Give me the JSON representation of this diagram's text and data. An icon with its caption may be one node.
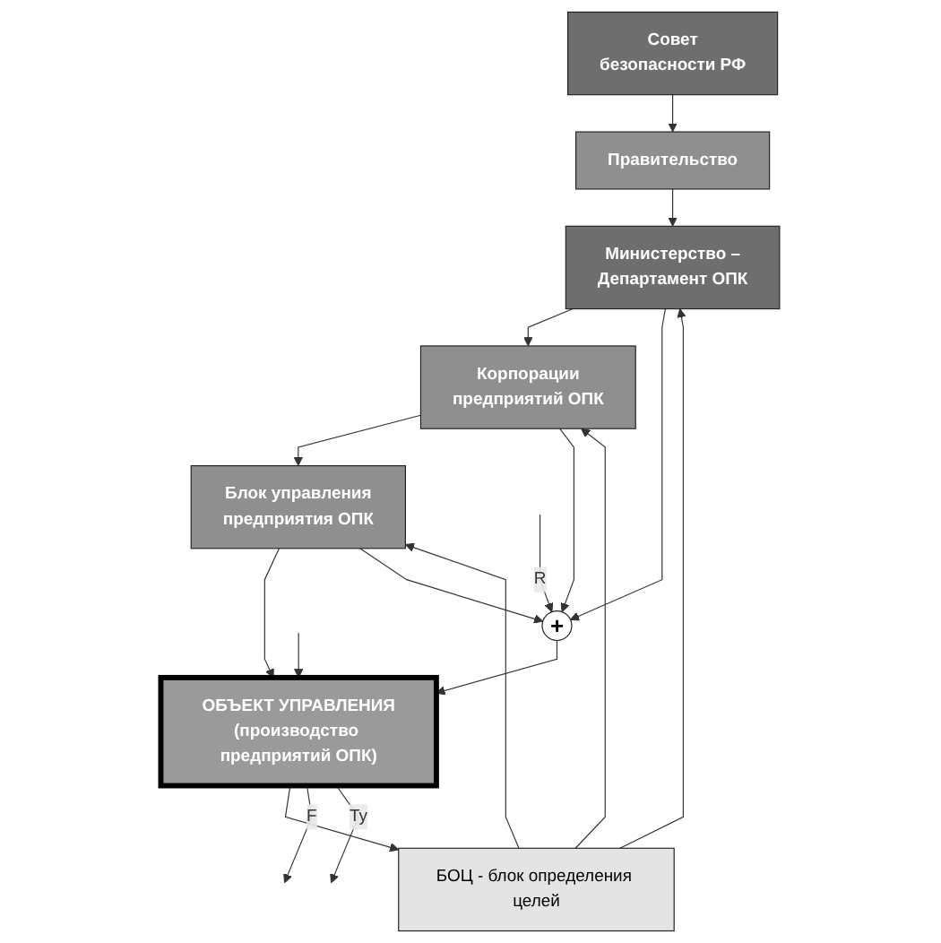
{
  "diagram": {
    "nodes": [
      {
        "text": [
          "Совет",
          "безопасности РФ"
        ]
      },
      {
        "text": [
          "Правительство"
        ]
      },
      {
        "text": [
          "Министерство –",
          "Департамент ОПК"
        ]
      },
      {
        "text": [
          "Корпорации",
          "предприятий ОПК"
        ]
      },
      {
        "text": [
          "Блок управления",
          "предприятия ОПК"
        ]
      },
      {
        "text": [
          "БОЦ - блок определения целей"
        ]
      },
      {
        "text": [
          "+"
        ]
      },
      {
        "text": [
          "ОБЪЕКТ УПРАВЛЕНИЯ",
          "(производство предприятий ОПК)"
        ]
      }
    ],
    "edges": [
      {
        "from": 0,
        "to": 1,
        "arrow": "to"
      },
      {
        "from": 1,
        "to": 2,
        "arrow": "to"
      },
      {
        "from": 2,
        "to": 3,
        "arrow": "to"
      },
      {
        "from": 3,
        "to": 4,
        "arrow": "to"
      },
      {
        "from": 4,
        "to": 7,
        "arrow": "to"
      },
      {
        "from": 2,
        "to": 6,
        "arrow": "to"
      },
      {
        "from": 3,
        "to": 6,
        "arrow": "to"
      },
      {
        "from": 4,
        "to": 6,
        "arrow": "to"
      },
      {
        "from": 5,
        "to": 2,
        "arrow": "to"
      },
      {
        "from": 5,
        "to": 3,
        "arrow": "to"
      },
      {
        "from": 5,
        "to": 4,
        "arrow": "to"
      },
      {
        "from": 7,
        "to": 5,
        "arrow": "to"
      },
      {
        "from": null,
        "to": 6,
        "arrow": "to",
        "label": "R"
      },
      {
        "from": 6,
        "to": 7,
        "arrow": "to"
      },
      {
        "from": 7,
        "to": null,
        "arrow": "to",
        "label": "F"
      },
      {
        "from": null,
        "to": 7,
        "arrow": "to"
      },
      {
        "from": 7,
        "to": null,
        "arrow": "to",
        "label": "Ту"
      }
    ]
  }
}
